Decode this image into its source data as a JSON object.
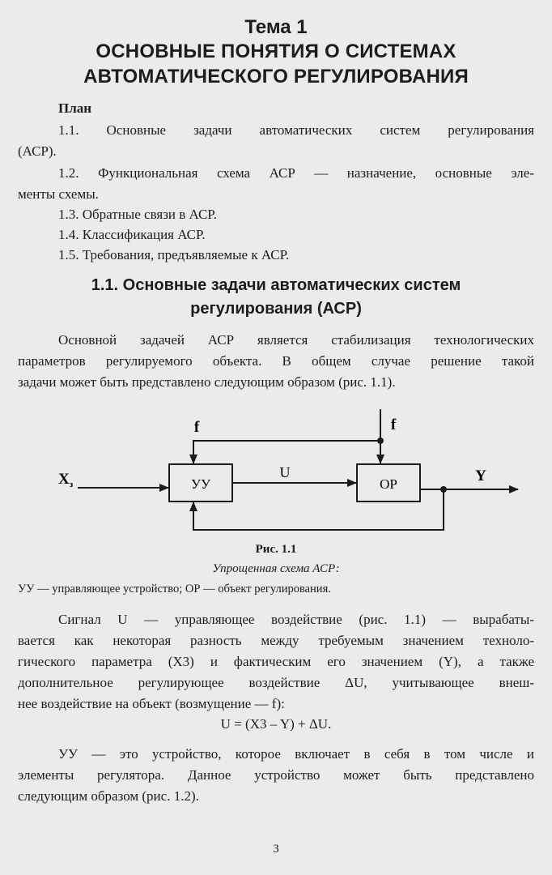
{
  "topic": "Тема 1",
  "title": {
    "line1": "ОСНОВНЫЕ ПОНЯТИЯ О СИСТЕМАХ",
    "line2": "АВТОМАТИЧЕСКОГО РЕГУЛИРОВАНИЯ"
  },
  "plan": {
    "heading": "План",
    "item1_line1": "1.1. Основные задачи автоматических систем регулирования",
    "item1_line2": "(АСР).",
    "item2_line1": "1.2. Функциональная схема АСР — назначение, основные эле-",
    "item2_line2": "менты схемы.",
    "item3": "1.3. Обратные связи в АСР.",
    "item4": "1.4. Классификация АСР.",
    "item5": "1.5. Требования, предъявляемые к АСР."
  },
  "section": {
    "line1": "1.1. Основные задачи автоматических систем",
    "line2": "регулирования (АСР)"
  },
  "intro": {
    "line1": "Основной задачей АСР является стабилизация технологических",
    "line2": "параметров регулируемого объекта. В общем случае решение такой",
    "line3": "задачи может быть представлено следующим образом (рис. 1.1)."
  },
  "diagram": {
    "input": "X",
    "input_sub": "з",
    "controller": "УУ",
    "signal": "U",
    "object": "ОР",
    "output": "Y",
    "disturbance_left": "f",
    "disturbance_right": "f"
  },
  "figure": {
    "caption": "Рис. 1.1",
    "subtitle": "Упрощенная схема АСР:",
    "legend": "УУ — управляющее устройство; ОР — объект регулирования."
  },
  "para2": {
    "line1": "Сигнал U — управляющее воздействие (рис. 1.1) — вырабаты-",
    "line2": "вается как некоторая разность между требуемым значением техноло-",
    "line3": "гического параметра (X3) и фактическим его значением (Y), а также",
    "line4": "дополнительное регулирующее воздействие ΔU, учитывающее внеш-",
    "line5": "нее воздействие на объект (возмущение — f):"
  },
  "formula": "U = (X3 – Y) + ΔU.",
  "para3": {
    "line1": "УУ — это устройство, которое включает в себя в том числе и",
    "line2": "элементы регулятора. Данное устройство может быть представлено",
    "line3": "следующим образом (рис. 1.2)."
  },
  "page_number": "3"
}
